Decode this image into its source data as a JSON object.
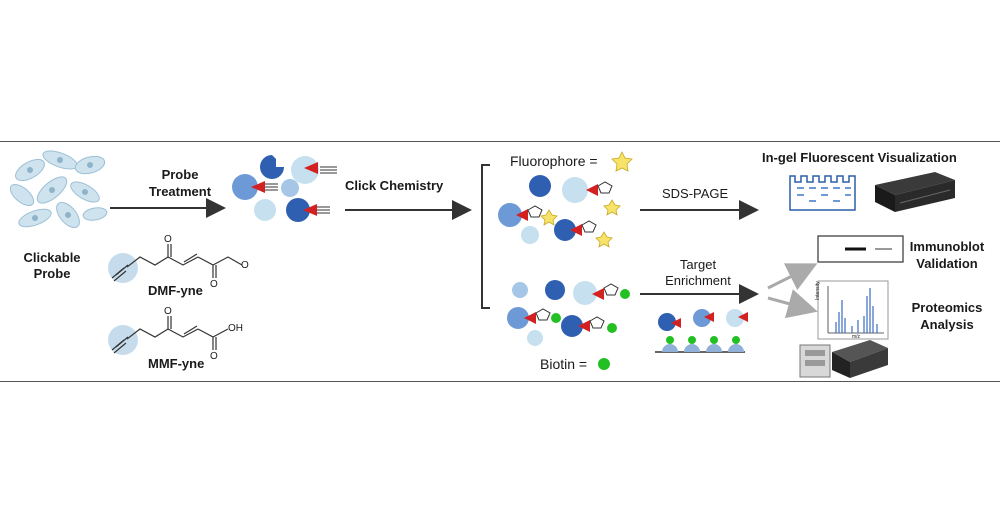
{
  "step1": {
    "label_line1": "Clickable",
    "label_line2": "Probe"
  },
  "step2": {
    "label_line1": "Probe",
    "label_line2": "Treatment"
  },
  "step3": {
    "label": "Click Chemistry"
  },
  "compounds": {
    "dmf": "DMF-yne",
    "mmf": "MMF-yne",
    "methyl_o": "O",
    "acid_oh": "OH",
    "ester_o": "O"
  },
  "legend": {
    "fluorophore": "Fluorophore =",
    "biotin": "Biotin ="
  },
  "branch_top": {
    "arrow_label": "SDS-PAGE",
    "result": "In-gel Fluorescent Visualization"
  },
  "branch_bottom": {
    "arrow_label_line1": "Target",
    "arrow_label_line2": "Enrichment",
    "immunoblot_line1": "Immunoblot",
    "immunoblot_line2": "Validation",
    "proteomics_line1": "Proteomics",
    "proteomics_line2": "Analysis",
    "ms_ylabel": "Intensity",
    "ms_xlabel": "m/z"
  },
  "colors": {
    "protein_dark": "#2f5fb0",
    "protein_mid": "#6d9ad6",
    "protein_light": "#c6e0ef",
    "probe_red": "#d32020",
    "star_yellow": "#f7e36a",
    "biotin_green": "#22c022",
    "arrow": "#333333",
    "gray_arrow": "#aaaaaa"
  }
}
